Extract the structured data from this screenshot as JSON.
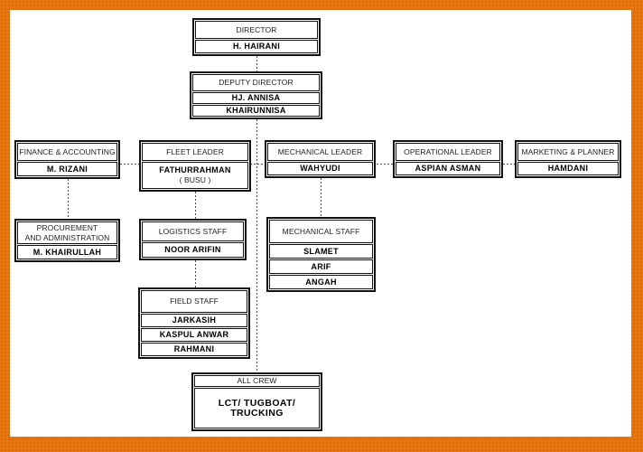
{
  "frame": {
    "border_color": "#e9750e",
    "canvas_color": "#ffffff"
  },
  "org": {
    "title": "Company organizational chart",
    "connector_style": "dashed",
    "nodes": [
      {
        "id": "director",
        "header": [
          "DIRECTOR"
        ],
        "cells": [
          [
            {
              "t": "H. HAIRANI",
              "b": 1
            }
          ]
        ]
      },
      {
        "id": "deputy-director",
        "header": [
          "DEPUTY DIRECTOR"
        ],
        "cells": [
          [
            {
              "t": "HJ. ANNISA",
              "b": 1
            }
          ],
          [
            {
              "t": "KHAIRUNNISA",
              "b": 1
            }
          ]
        ]
      },
      {
        "id": "finance-accounting",
        "header": [
          "FINANCE & ACCOUNTING"
        ],
        "cells": [
          [
            {
              "t": "M. RIZANI",
              "b": 1
            }
          ]
        ]
      },
      {
        "id": "fleet-leader",
        "header": [
          "FLEET LEADER"
        ],
        "cells": [
          [
            {
              "t": "FATHURRAHMAN",
              "b": 1
            },
            {
              "t": "( BUSU )",
              "b": 0
            }
          ]
        ]
      },
      {
        "id": "mechanical-leader",
        "header": [
          "MECHANICAL LEADER"
        ],
        "cells": [
          [
            {
              "t": "WAHYUDI",
              "b": 1
            }
          ]
        ]
      },
      {
        "id": "operational-leader",
        "header": [
          "OPERATIONAL LEADER"
        ],
        "cells": [
          [
            {
              "t": "ASPIAN ASMAN",
              "b": 1
            }
          ]
        ]
      },
      {
        "id": "marketing-planner",
        "header": [
          "MARKETING & PLANNER"
        ],
        "cells": [
          [
            {
              "t": "HAMDANI",
              "b": 1
            }
          ]
        ]
      },
      {
        "id": "procurement-administration",
        "header": [
          "PROCUREMENT",
          "AND ADMINISTRATION"
        ],
        "cells": [
          [
            {
              "t": "M. KHAIRULLAH",
              "b": 1
            }
          ]
        ]
      },
      {
        "id": "logistics-staff",
        "header": [
          "LOGISTICS STAFF"
        ],
        "cells": [
          [
            {
              "t": "NOOR ARIFIN",
              "b": 1
            }
          ]
        ]
      },
      {
        "id": "mechanical-staff",
        "header": [
          "MECHANICAL STAFF"
        ],
        "cells": [
          [
            {
              "t": "SLAMET",
              "b": 1
            }
          ],
          [
            {
              "t": "ARIF",
              "b": 1
            }
          ],
          [
            {
              "t": "ANGAH",
              "b": 1
            }
          ]
        ]
      },
      {
        "id": "field-staff",
        "header": [
          "FIELD STAFF"
        ],
        "cells": [
          [
            {
              "t": "JARKASIH",
              "b": 1
            }
          ],
          [
            {
              "t": "KASPUL ANWAR",
              "b": 1
            }
          ],
          [
            {
              "t": "RAHMANI",
              "b": 1
            }
          ]
        ]
      },
      {
        "id": "all-crew",
        "header": [
          "ALL CREW"
        ],
        "cells": [
          [
            {
              "t": "LCT/ TUGBOAT/ TRUCKING",
              "b": 1
            }
          ]
        ]
      }
    ]
  }
}
